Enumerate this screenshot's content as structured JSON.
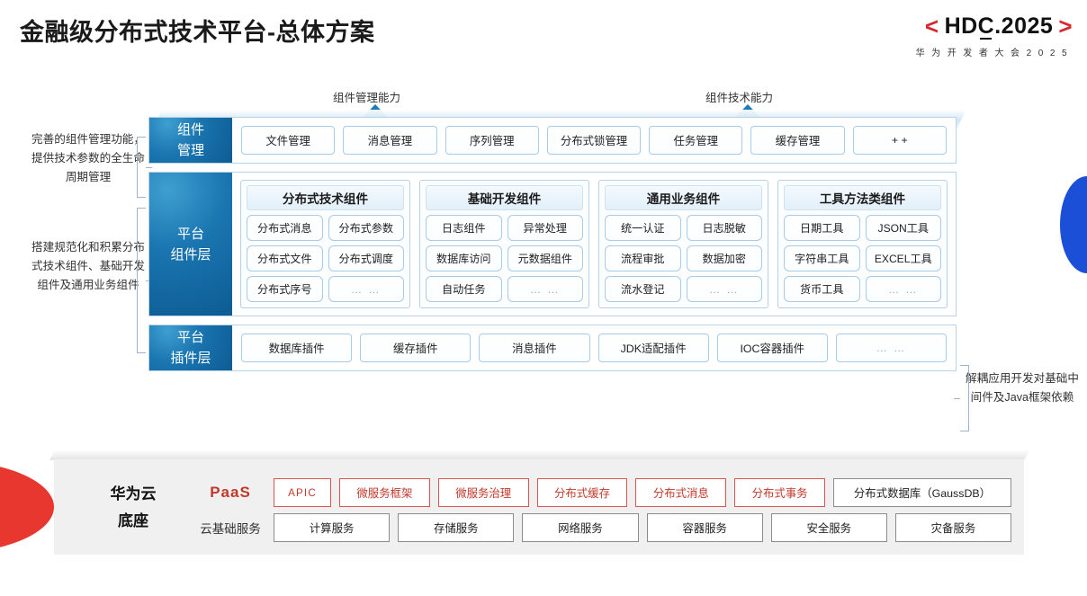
{
  "header": {
    "title": "金融级分布式技术平台-总体方案",
    "logo": {
      "left_bracket": "<",
      "text": "HDC.2025",
      "right_bracket": ">",
      "subtitle": "华 为 开 发 者 大 会 2 0 2 5"
    }
  },
  "arrows": [
    {
      "label": "组件管理能力"
    },
    {
      "label": "组件技术能力"
    }
  ],
  "side_notes": {
    "left_top": "完善的组件管理功能，提供技术参数的全生命周期管理",
    "left_mid": "搭建规范化和积累分布式技术组件、基础开发组件及通用业务组件",
    "right": "解耦应用开发对基础中间件及Java框架依赖"
  },
  "layers": {
    "component_management": {
      "label_line1": "组件",
      "label_line2": "管理",
      "items": [
        "文件管理",
        "消息管理",
        "序列管理",
        "分布式锁管理",
        "任务管理",
        "缓存管理",
        "+ +"
      ]
    },
    "platform_component": {
      "label_line1": "平台",
      "label_line2": "组件层",
      "groups": [
        {
          "title": "分布式技术组件",
          "rows": [
            [
              "分布式消息",
              "分布式参数"
            ],
            [
              "分布式文件",
              "分布式调度"
            ],
            [
              "分布式序号",
              "… …"
            ]
          ]
        },
        {
          "title": "基础开发组件",
          "rows": [
            [
              "日志组件",
              "异常处理"
            ],
            [
              "数据库访问",
              "元数据组件"
            ],
            [
              "自动任务",
              "… …"
            ]
          ]
        },
        {
          "title": "通用业务组件",
          "rows": [
            [
              "统一认证",
              "日志脱敏"
            ],
            [
              "流程审批",
              "数据加密"
            ],
            [
              "流水登记",
              "… …"
            ]
          ]
        },
        {
          "title": "工具方法类组件",
          "rows": [
            [
              "日期工具",
              "JSON工具"
            ],
            [
              "字符串工具",
              "EXCEL工具"
            ],
            [
              "货币工具",
              "… …"
            ]
          ]
        }
      ]
    },
    "platform_plugin": {
      "label_line1": "平台",
      "label_line2": "插件层",
      "items": [
        "数据库插件",
        "缓存插件",
        "消息插件",
        "JDK适配插件",
        "IOC容器插件",
        "… …"
      ]
    }
  },
  "base": {
    "label_line1": "华为云",
    "label_line2": "底座",
    "paas": {
      "tag": "PaaS",
      "items": [
        "APIC",
        "微服务框架",
        "微服务治理",
        "分布式缓存",
        "分布式消息",
        "分布式事务",
        "分布式数据库（GaussDB）"
      ]
    },
    "cloud": {
      "tag": "云基础服务",
      "items": [
        "计算服务",
        "存储服务",
        "网络服务",
        "容器服务",
        "安全服务",
        "灾备服务"
      ]
    }
  },
  "colors": {
    "brand_red": "#d9272e",
    "paas_red": "#c0392b",
    "layer_blue": "#1a75b0",
    "accent_blue": "#1b4fd8",
    "wedge_red": "#e8372f"
  }
}
